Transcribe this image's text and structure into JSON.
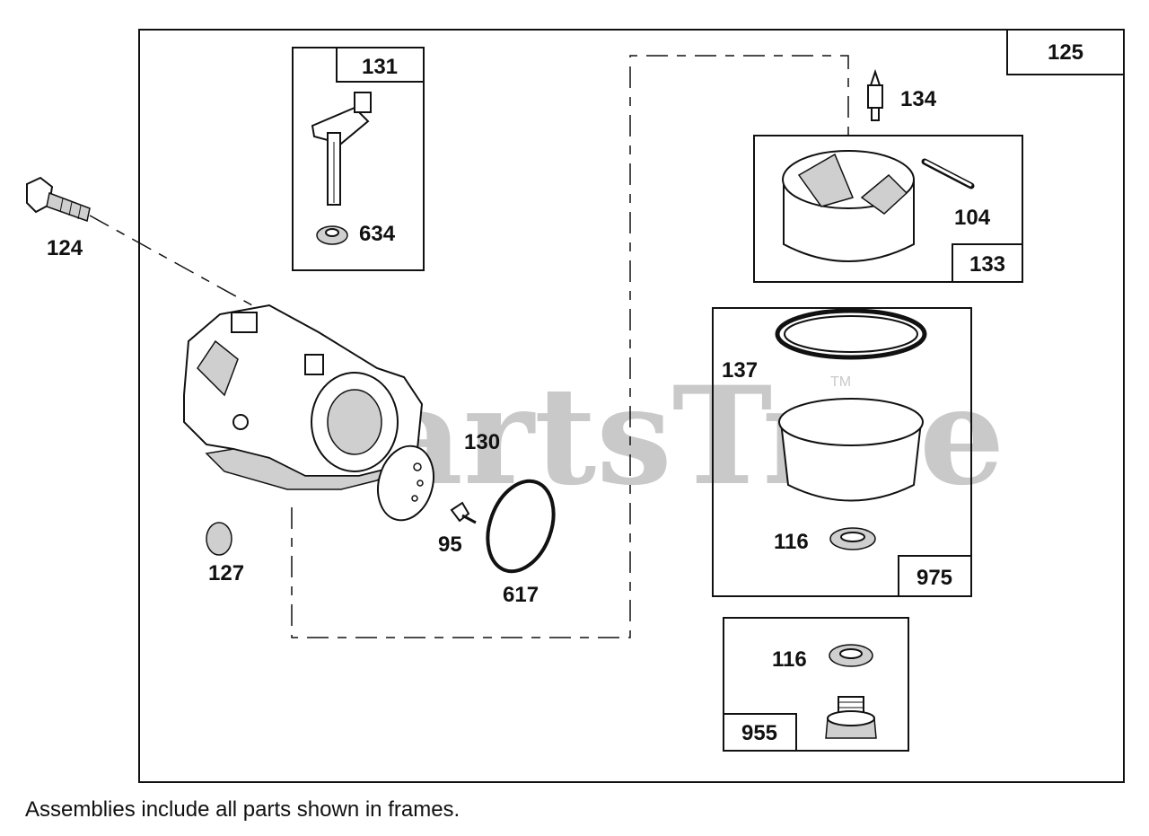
{
  "watermark": {
    "text": "PartsTree",
    "tm": "TM"
  },
  "assembly_label": "125",
  "frames": {
    "f131": "131",
    "f133": "133",
    "f975": "975",
    "f955": "955"
  },
  "parts": {
    "p124": "124",
    "p634": "634",
    "p134": "134",
    "p104": "104",
    "p137": "137",
    "p130": "130",
    "p95": "95",
    "p617": "617",
    "p127": "127",
    "p116a": "116",
    "p116b": "116"
  },
  "footnote": "Assemblies include all parts shown in frames."
}
